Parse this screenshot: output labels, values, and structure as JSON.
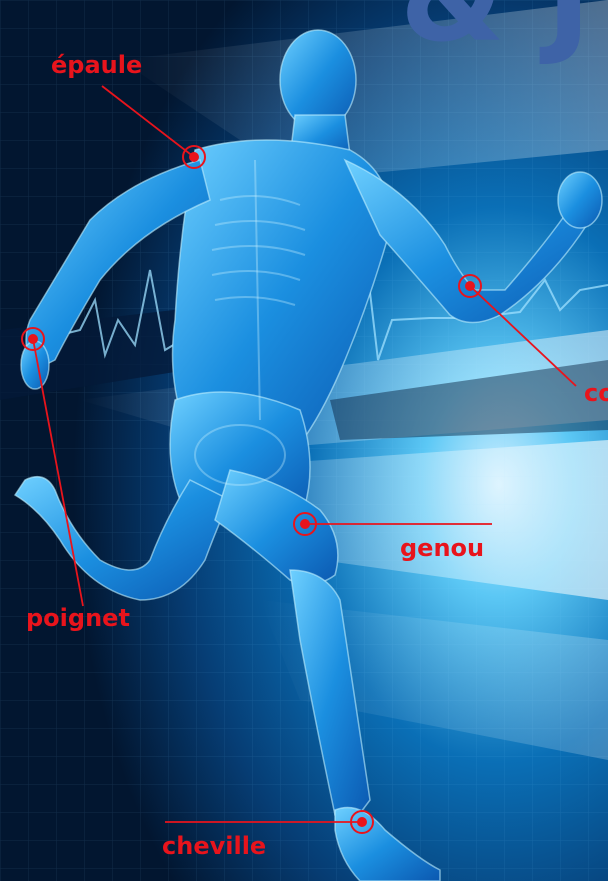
{
  "headline_fragment": "& J",
  "labels": {
    "shoulder": "épaule",
    "elbow_partial": "co",
    "wrist": "poignet",
    "knee": "genou",
    "ankle": "cheville"
  },
  "icons": {
    "body": "human-body-runner-icon",
    "heartbeat": "ecg-line-icon"
  },
  "colors": {
    "label": "#e8141c",
    "line": "#e8141c",
    "headline": "#3e63a7",
    "body": "#1e9ef0",
    "background_dark": "#021630",
    "background_light": "#bfe8ff"
  }
}
